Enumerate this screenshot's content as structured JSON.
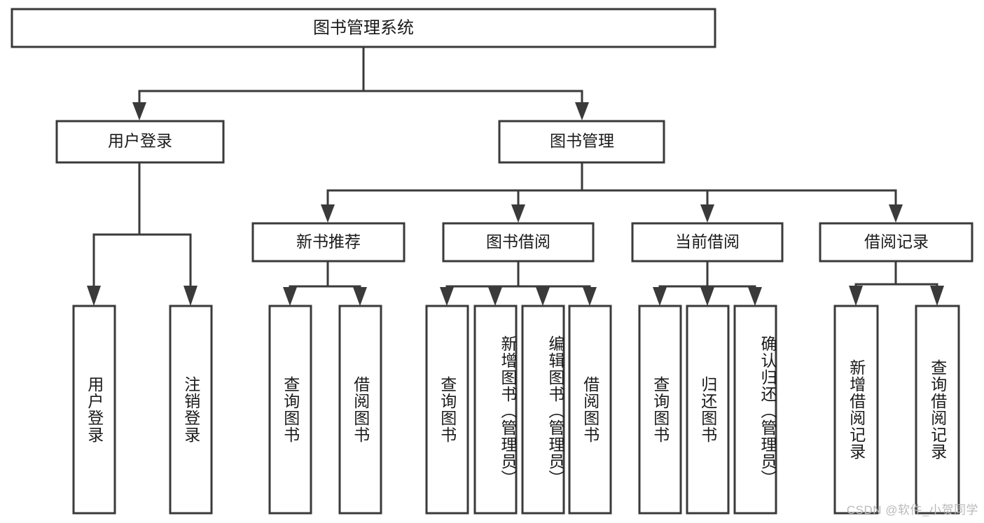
{
  "diagram": {
    "type": "tree",
    "title": "图书管理系统",
    "watermark": "CSDN @软件_小贺同学",
    "colors": {
      "stroke": "#3a3a3a",
      "fill": "#ffffff",
      "text": "#1a1a1a",
      "watermark": "#b9b9b9",
      "background": "#ffffff"
    },
    "root": {
      "label": "图书管理系统",
      "level": 0
    },
    "level1": [
      {
        "label": "用户登录"
      },
      {
        "label": "图书管理"
      }
    ],
    "level2": [
      {
        "label": "新书推荐",
        "parent": "图书管理"
      },
      {
        "label": "图书借阅",
        "parent": "图书管理"
      },
      {
        "label": "当前借阅",
        "parent": "图书管理"
      },
      {
        "label": "借阅记录",
        "parent": "图书管理"
      }
    ],
    "leaves": {
      "user_login": [
        {
          "label": "用户登录"
        },
        {
          "label": "注销登录"
        }
      ],
      "new_book": [
        {
          "label": "查询图书"
        },
        {
          "label": "借阅图书"
        }
      ],
      "book_borrow": [
        {
          "label": "查询图书"
        },
        {
          "label": "新增图书（管理员）"
        },
        {
          "label": "编辑图书（管理员）"
        },
        {
          "label": "借阅图书"
        }
      ],
      "current_borrow": [
        {
          "label": "查询图书"
        },
        {
          "label": "归还图书"
        },
        {
          "label": "确认归还（管理员）"
        }
      ],
      "borrow_record": [
        {
          "label": "新增借阅记录"
        },
        {
          "label": "查询借阅记录"
        }
      ]
    }
  }
}
